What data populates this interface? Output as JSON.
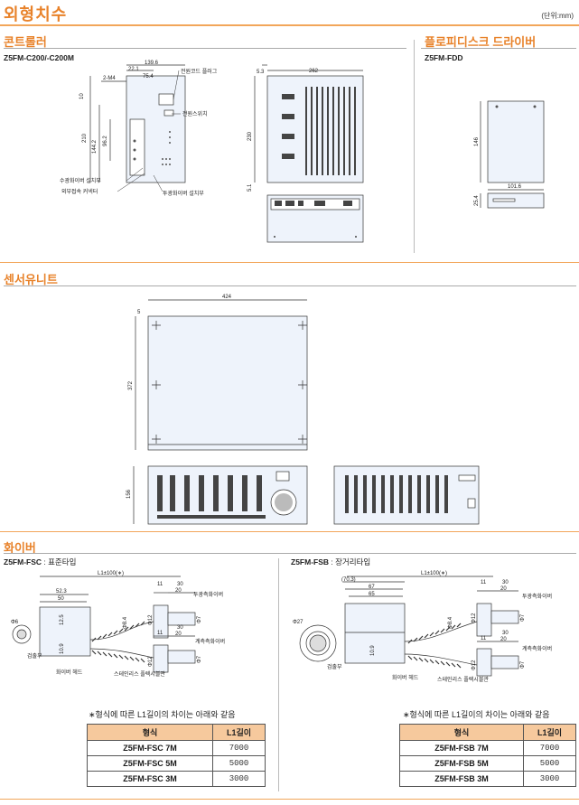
{
  "page": {
    "title": "외형치수",
    "unit": "(단위:mm)"
  },
  "sections": {
    "controller": {
      "title": "콘트롤러",
      "model": "Z5FM-C200/-C200M",
      "dims": {
        "d139_6": "139.6",
        "d22_1": "22.1",
        "d75_4": "75.4",
        "d2_m4": "2-M4",
        "d10": "10",
        "d210": "210",
        "d144_2": "144.2",
        "d96_2": "96.2",
        "d5_3": "5.3",
        "d262": "262",
        "d230": "230",
        "d5_1": "5.1"
      },
      "labels": {
        "power_cord": "전원코드 플러그",
        "power_switch": "전원스위치",
        "receiver": "수광화이버 설치부",
        "ext_connector": "외부접속 커넥터",
        "emitter": "투광화이버 설치부"
      }
    },
    "floppy": {
      "title": "플로피디스크 드라이버",
      "model": "Z5FM-FDD",
      "dims": {
        "d146": "146",
        "d101_6": "101.6",
        "d25_4": "25.4"
      }
    },
    "sensor": {
      "title": "센서유니트",
      "dims": {
        "d424": "424",
        "d5": "5",
        "d372": "372",
        "d156": "156"
      }
    },
    "fiber": {
      "title": "화이버",
      "fsc": {
        "model": "Z5FM-FSC",
        "type": " : 표준타입",
        "dims": {
          "l1": "L1±100(∗)",
          "d52_3": "52.3",
          "d50": "50",
          "d11a": "11",
          "d30a": "30",
          "d20a": "20",
          "d11b": "11",
          "d30b": "30",
          "d20b": "20",
          "phi6": "Φ6",
          "d12_5": "12.5",
          "phi8_4": "Φ8.4",
          "phi12a": "Φ12",
          "phi7a": "Φ7",
          "phi12b": "Φ12",
          "phi7b": "Φ7",
          "d10_9": "10.9"
        },
        "labels": {
          "emitter_fiber": "투광측화이버",
          "receiver_fiber": "계측측화이버",
          "sensing": "검출부",
          "fiber_head": "화이버 헤드",
          "sus_tube": "스테인리스 플렉시블관"
        }
      },
      "fsb": {
        "model": "Z5FM-FSB",
        "type": " : 장거리타입",
        "dims": {
          "l1": "L1±100(∗)",
          "d70_3": "(70.3)",
          "d67": "67",
          "d65": "65",
          "d11a": "11",
          "d30a": "30",
          "d20a": "20",
          "d11b": "11",
          "d30b": "30",
          "d20b": "20",
          "phi27": "Φ27",
          "phi8_4": "Φ8.4",
          "phi12a": "Φ12",
          "phi7a": "Φ7",
          "phi12b": "Φ12",
          "phi7b": "Φ7",
          "d10_9": "10.9"
        },
        "labels": {
          "emitter_fiber": "투광측화이버",
          "receiver_fiber": "계측측화이버",
          "sensing": "검출부",
          "fiber_head": "화이버 헤드",
          "sus_tube": "스테인리스 플렉시블관"
        }
      },
      "note": "∗형식에 따른 L1길이의 차이는 아래와 같음",
      "table_headers": [
        "형식",
        "L1길이"
      ],
      "fsc_rows": [
        {
          "model": "Z5FM-FSC 7M",
          "l1": "7000"
        },
        {
          "model": "Z5FM-FSC 5M",
          "l1": "5000"
        },
        {
          "model": "Z5FM-FSC 3M",
          "l1": "3000"
        }
      ],
      "fsb_rows": [
        {
          "model": "Z5FM-FSB 7M",
          "l1": "7000"
        },
        {
          "model": "Z5FM-FSB 5M",
          "l1": "5000"
        },
        {
          "model": "Z5FM-FSB 3M",
          "l1": "3000"
        }
      ]
    }
  }
}
